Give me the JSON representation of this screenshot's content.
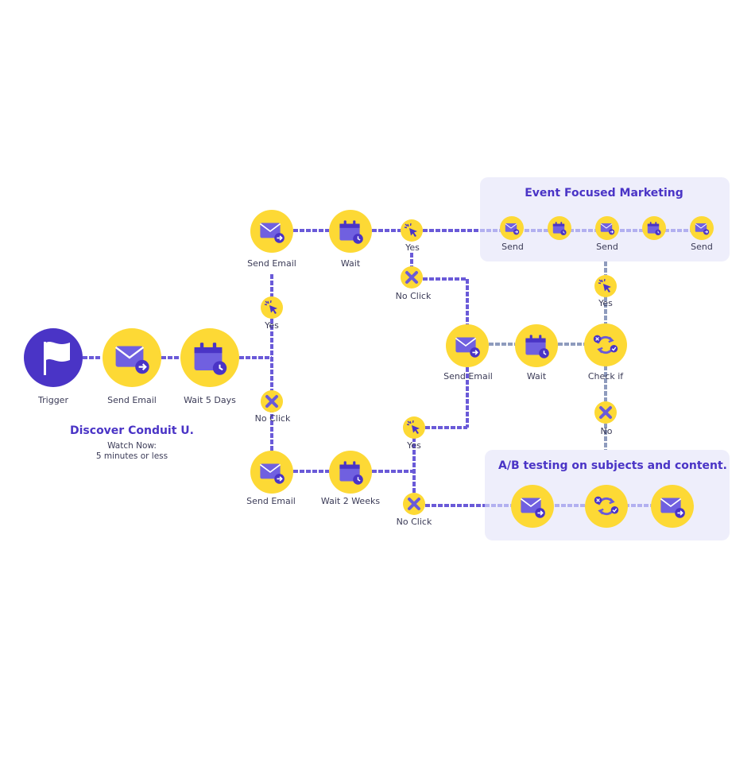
{
  "colors": {
    "accent": "#4a34c6",
    "node": "#fdd935",
    "line": "#6a5ad8",
    "panel": "#eeeefb",
    "line_alt": "#8e9bbd"
  },
  "trigger": {
    "label": "Trigger",
    "icon": "flag-icon"
  },
  "intro": {
    "send_email": "Send Email",
    "wait": "Wait 5 Days"
  },
  "promo": {
    "title": "Discover Conduit U.",
    "line1": "Watch Now:",
    "line2": "5 minutes or less"
  },
  "upper_branch": {
    "yes": "Yes",
    "send_email": "Send Email",
    "wait": "Wait",
    "click_yes": "Yes",
    "no_click": "No Click"
  },
  "lower_branch": {
    "no_click": "No Click",
    "send_email": "Send Email",
    "wait": "Wait 2 Weeks",
    "click_yes": "Yes",
    "no_click_2": "No Click"
  },
  "middle_branch": {
    "send_email": "Send Email",
    "wait": "Wait",
    "check": "Check if",
    "yes": "Yes",
    "no": "No"
  },
  "event_panel": {
    "title": "Event Focused Marketing",
    "send_1": "Send",
    "send_2": "Send",
    "send_3": "Send"
  },
  "ab_panel": {
    "title": "A/B testing on subjects and content."
  }
}
